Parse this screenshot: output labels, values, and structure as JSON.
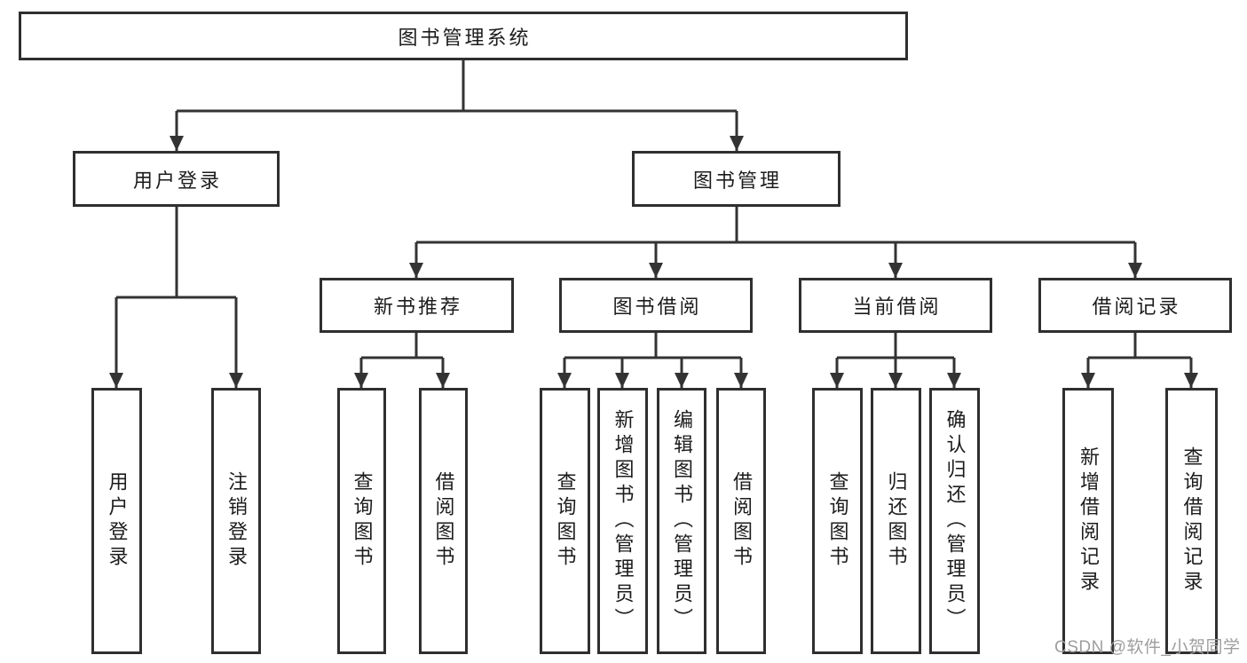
{
  "colors": {
    "background": "#ffffff",
    "line": "#333333",
    "box_border": "#2f2f2f",
    "text": "#1c1c1c",
    "watermark_text": "#9e9e9e"
  },
  "watermark": {
    "text": "CSDN @软件_小贺同学"
  },
  "tree": {
    "root": "图书管理系统",
    "branches": [
      {
        "label": "用户登录",
        "children": [
          "用户登录",
          "注销登录"
        ]
      },
      {
        "label": "图书管理",
        "groups": [
          {
            "label": "新书推荐",
            "children": [
              "查询图书",
              "借阅图书"
            ]
          },
          {
            "label": "图书借阅",
            "children": [
              "查询图书",
              "新增图书（管理员）",
              "编辑图书（管理员）",
              "借阅图书"
            ]
          },
          {
            "label": "当前借阅",
            "children": [
              "查询图书",
              "归还图书",
              "确认归还（管理员）"
            ]
          },
          {
            "label": "借阅记录",
            "children": [
              "新增借阅记录",
              "查询借阅记录"
            ]
          }
        ]
      }
    ]
  }
}
